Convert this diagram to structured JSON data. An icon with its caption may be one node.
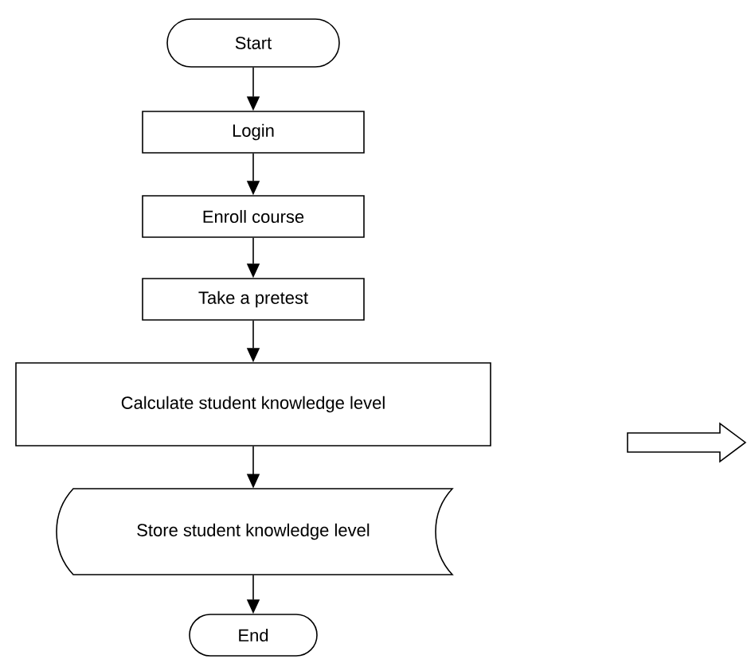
{
  "diagram": {
    "nodes": [
      {
        "text": [
          "Start"
        ]
      },
      {
        "text": [
          "Login"
        ]
      },
      {
        "text": [
          "Enroll course"
        ]
      },
      {
        "text": [
          "Take a pretest"
        ]
      },
      {
        "text": [
          "Calculate student knowledge level"
        ]
      },
      {
        "text": [
          "Store student knowledge level"
        ]
      },
      {
        "text": [
          "End"
        ]
      }
    ],
    "edges": [
      {
        "from": 0,
        "to": 1,
        "arrow": "to"
      },
      {
        "from": 1,
        "to": 2,
        "arrow": "to"
      },
      {
        "from": 2,
        "to": 3,
        "arrow": "to"
      },
      {
        "from": 3,
        "to": 4,
        "arrow": "to"
      },
      {
        "from": 4,
        "to": 5,
        "arrow": "to"
      },
      {
        "from": 5,
        "to": 6,
        "arrow": "to"
      }
    ]
  }
}
